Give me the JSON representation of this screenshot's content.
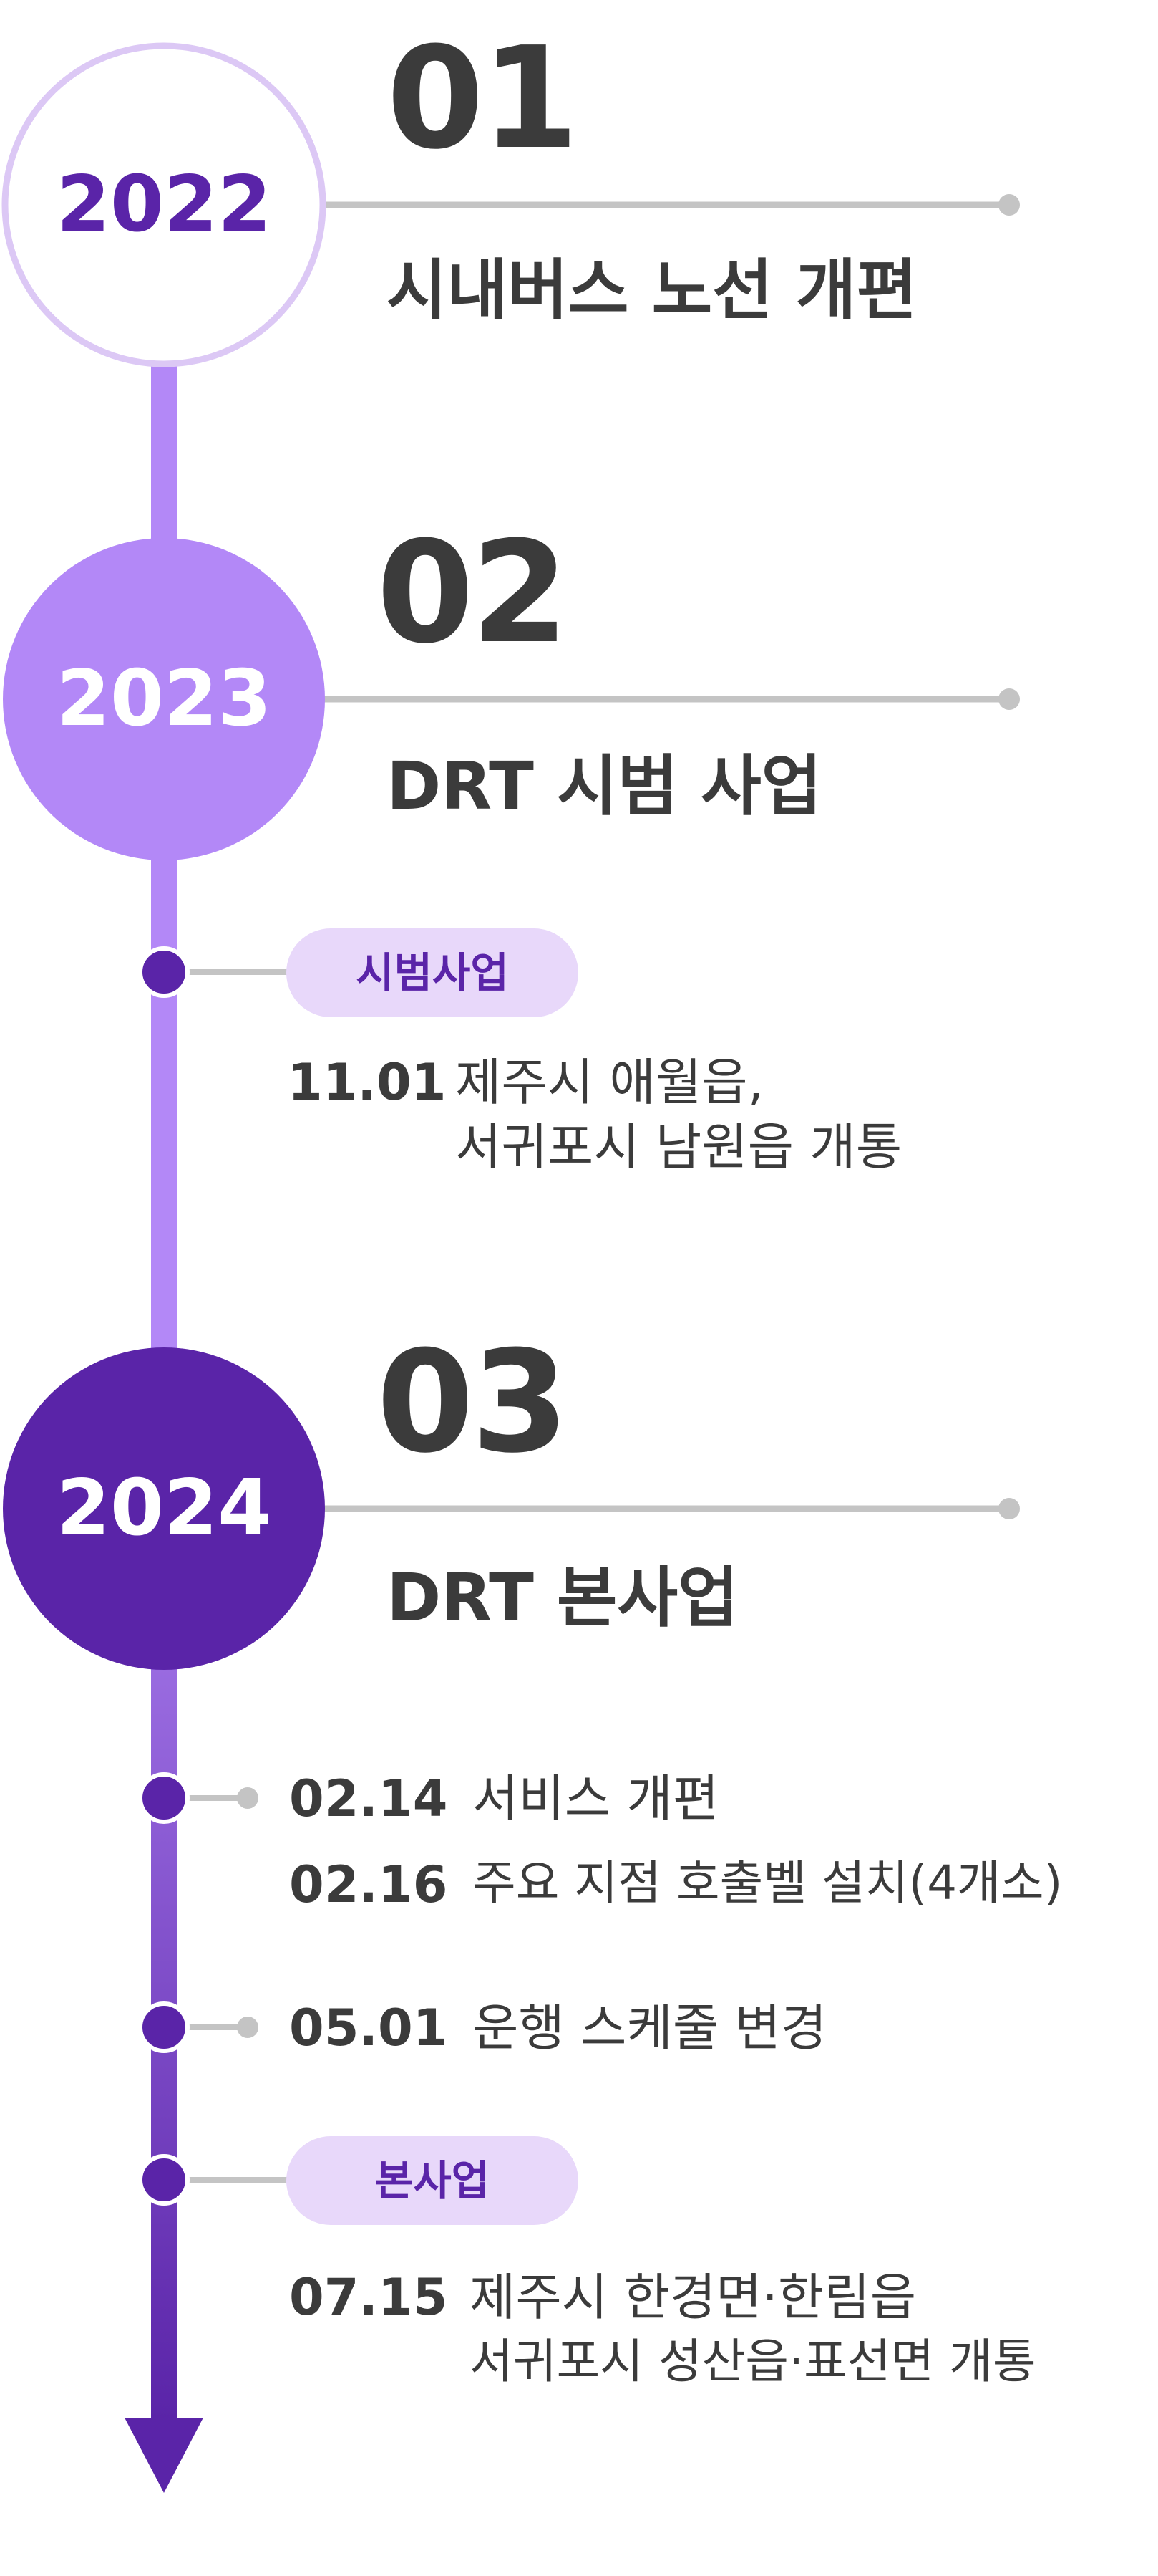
{
  "colors": {
    "text": "#3b3b3b",
    "accent_light": "#dcc8f5",
    "accent_mid": "#b388f7",
    "accent_dark": "#5a24a8",
    "pill_bg": "#e8d8fa",
    "connector": "#c4c4c4"
  },
  "stages": [
    {
      "year": "2022",
      "number": "01",
      "title": "시내버스 노선 개편"
    },
    {
      "year": "2023",
      "number": "02",
      "title": "DRT 시범 사업"
    },
    {
      "year": "2024",
      "number": "03",
      "title": "DRT 본사업"
    }
  ],
  "events": {
    "pilot_tag": "시범사업",
    "pilot_date": "11.01",
    "pilot_desc_line1": "제주시 애월읍,",
    "pilot_desc_line2": "서귀포시 남원읍 개통",
    "e1_date": "02.14",
    "e1_desc": "서비스 개편",
    "e2_date": "02.16",
    "e2_desc": "주요 지점 호출벨 설치(4개소)",
    "e3_date": "05.01",
    "e3_desc": "운행 스케줄 변경",
    "main_tag": "본사업",
    "main_date": "07.15",
    "main_desc_line1": "제주시 한경면·한림읍",
    "main_desc_line2": "서귀포시 성산읍·표선면 개통"
  }
}
